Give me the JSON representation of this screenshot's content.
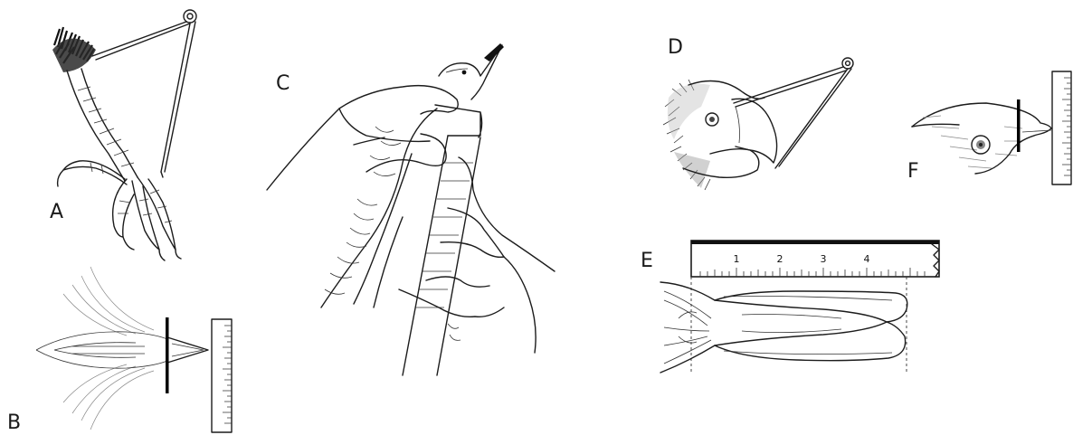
{
  "panels": {
    "a": {
      "label": "A"
    },
    "b": {
      "label": "B"
    },
    "c": {
      "label": "C"
    },
    "d": {
      "label": "D"
    },
    "e": {
      "label": "E",
      "ruler_numbers": [
        "1",
        "2",
        "3",
        "4"
      ]
    },
    "f": {
      "label": "F"
    }
  },
  "icons": [
    "dividers-icon",
    "bird-leg-icon",
    "bird-bill-top-view-icon",
    "hand-holding-bird-icon",
    "bird-head-icon",
    "bird-tail-icon",
    "ruler-icon"
  ],
  "colors": {
    "ink": "#1c1c1c",
    "background": "#ffffff",
    "measure_bar": "#000000"
  }
}
